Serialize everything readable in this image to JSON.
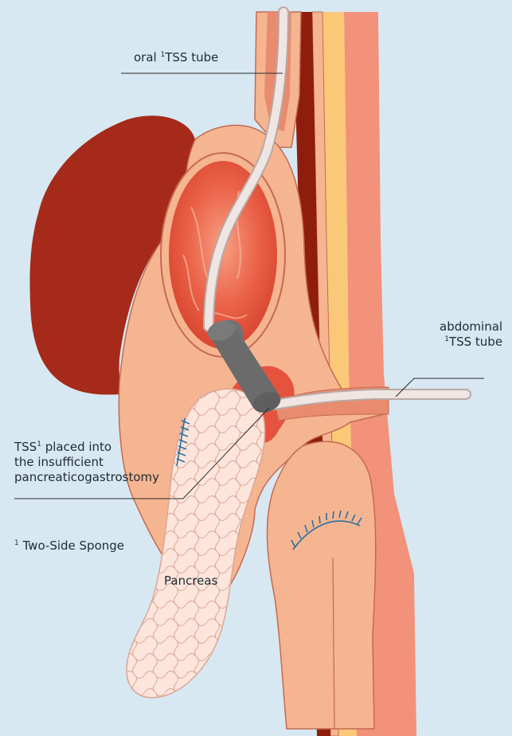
{
  "diagram": {
    "labels": {
      "oral_tube": {
        "prefix": "oral ",
        "sup": "1",
        "suffix": "TSS tube"
      },
      "abdominal_tube": {
        "line1": "abdominal",
        "sup": "1",
        "line2": "TSS tube"
      },
      "tss_placed": {
        "line1_prefix": "TSS",
        "line1_sup": "1",
        "line1_suffix": " placed into",
        "line2": "the insufficient",
        "line3": "pancreaticogastrostomy"
      },
      "footnote": {
        "sup": "1",
        "text": " Two-Side Sponge"
      },
      "pancreas": "Pancreas"
    },
    "colors": {
      "background": "#d7e8f2",
      "liver": "#a52a1a",
      "stomach_skin": "#f6b591",
      "stomach_lumen": "#e5533e",
      "abdominal_wall_muscle": "#f09079",
      "abdominal_wall_fat": "#fbc877",
      "peritoneum_dark": "#8f1d0e",
      "sponge": "#707070",
      "tube": "#efe5e2",
      "suture": "#2a6fa0"
    }
  }
}
